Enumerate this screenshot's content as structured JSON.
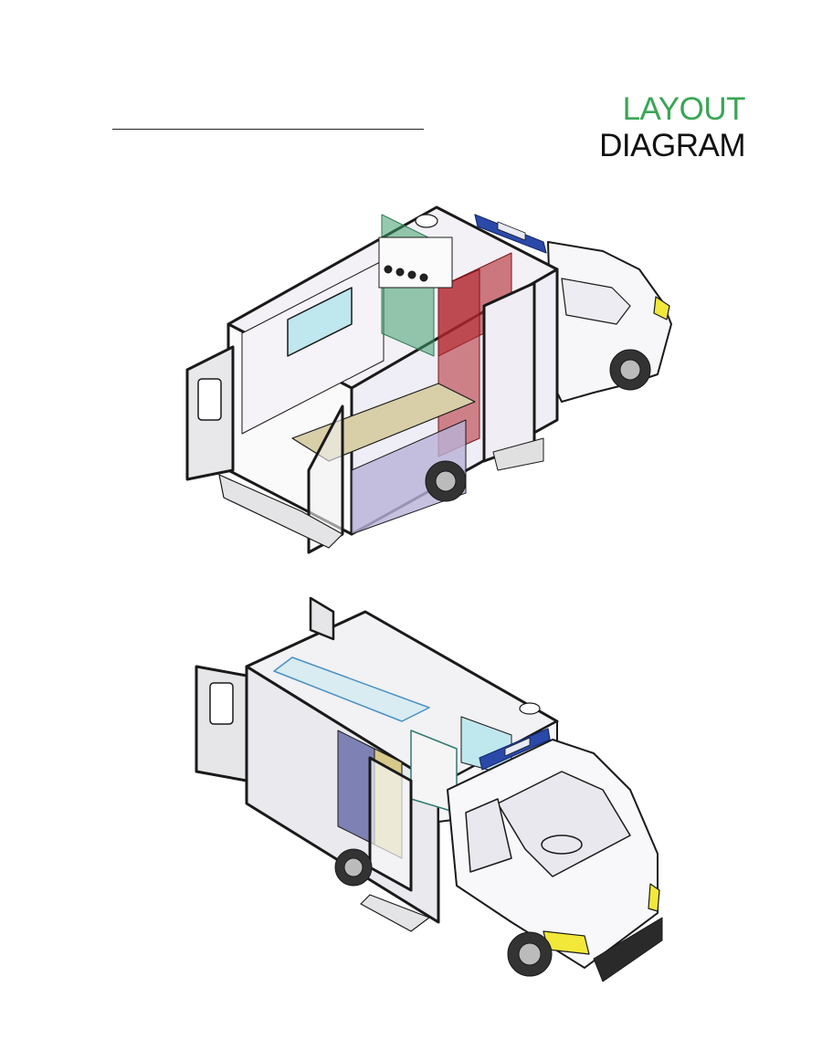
{
  "header": {
    "title_line1": "LAYOUT",
    "title_line2": "DIAGRAM"
  },
  "colors": {
    "title_accent": "#3aa655",
    "title_dark": "#111111",
    "beacon_blue": "#2b49a8",
    "partition_green": "#3f9e6b",
    "partition_red": "#b3262d",
    "cabinet_purple": "#b9b1d8",
    "window_cyan": "#bfe7ee",
    "headlight_yellow": "#f2e83a",
    "panel_olive": "#d6c98a"
  },
  "figures": [
    {
      "id": "rear-view",
      "description_icon": "ambulance-cutaway-rear-icon"
    },
    {
      "id": "front-view",
      "description_icon": "ambulance-cutaway-front-icon"
    }
  ]
}
